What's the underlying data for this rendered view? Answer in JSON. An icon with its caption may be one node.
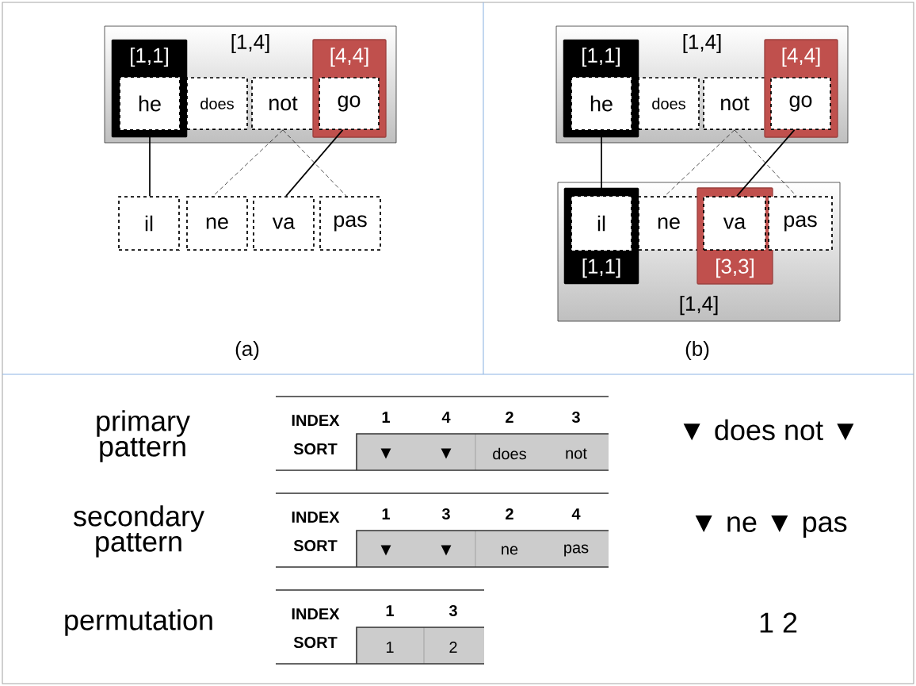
{
  "diagram": {
    "nodes": [
      {
        "text": [
          "[1,4]"
        ]
      },
      {
        "text": [
          "[1,1]"
        ],
        "in": 0
      },
      {
        "text": [
          "he"
        ],
        "in": 1
      },
      {
        "text": [
          "does"
        ],
        "in": 0
      },
      {
        "text": [
          "not"
        ],
        "in": 0
      },
      {
        "text": [
          "[4,4]"
        ],
        "in": 0
      },
      {
        "text": [
          "go"
        ],
        "in": 5
      },
      {
        "text": [
          "il"
        ]
      },
      {
        "text": [
          "ne"
        ]
      },
      {
        "text": [
          "va"
        ]
      },
      {
        "text": [
          "pas"
        ]
      },
      {
        "text": [
          "[1,4]"
        ]
      },
      {
        "text": [
          "[1,1]"
        ],
        "in": 11
      },
      {
        "text": [
          "he"
        ],
        "in": 12
      },
      {
        "text": [
          "does"
        ],
        "in": 11
      },
      {
        "text": [
          "not"
        ],
        "in": 11
      },
      {
        "text": [
          "[4,4]"
        ],
        "in": 11
      },
      {
        "text": [
          "go"
        ],
        "in": 16
      },
      {
        "text": [
          "[1,4]"
        ]
      },
      {
        "text": [
          "[1,1]"
        ],
        "in": 18
      },
      {
        "text": [
          "il"
        ],
        "in": 19
      },
      {
        "text": [
          "ne"
        ],
        "in": 18
      },
      {
        "text": [
          "[3,3]"
        ],
        "in": 18
      },
      {
        "text": [
          "va"
        ],
        "in": 22
      },
      {
        "text": [
          "pas"
        ],
        "in": 18
      }
    ],
    "edges": [
      {
        "from": 2,
        "to": 7,
        "arrow": "none"
      },
      {
        "from": 4,
        "to": 8,
        "arrow": "none",
        "style": "dashed"
      },
      {
        "from": 4,
        "to": 10,
        "arrow": "none",
        "style": "dashed"
      },
      {
        "from": 6,
        "to": 9,
        "arrow": "none"
      },
      {
        "from": 13,
        "to": 20,
        "arrow": "none"
      },
      {
        "from": 15,
        "to": 21,
        "arrow": "none",
        "style": "dashed"
      },
      {
        "from": 15,
        "to": 24,
        "arrow": "none",
        "style": "dashed"
      },
      {
        "from": 17,
        "to": 23,
        "arrow": "none"
      }
    ],
    "labels": [
      "(a)",
      "(b)",
      "primary pattern",
      "INDEX",
      "1",
      "4",
      "2",
      "3",
      "SORT",
      "▼",
      "▼",
      "does",
      "not",
      "▼ does not ▼",
      "secondary pattern",
      "INDEX",
      "1",
      "3",
      "2",
      "4",
      "SORT",
      "▼",
      "▼",
      "ne",
      "pas",
      "▼ ne ▼ pas",
      "permutation",
      "INDEX",
      "1",
      "3",
      "SORT",
      "1",
      "2",
      "1 2"
    ]
  }
}
